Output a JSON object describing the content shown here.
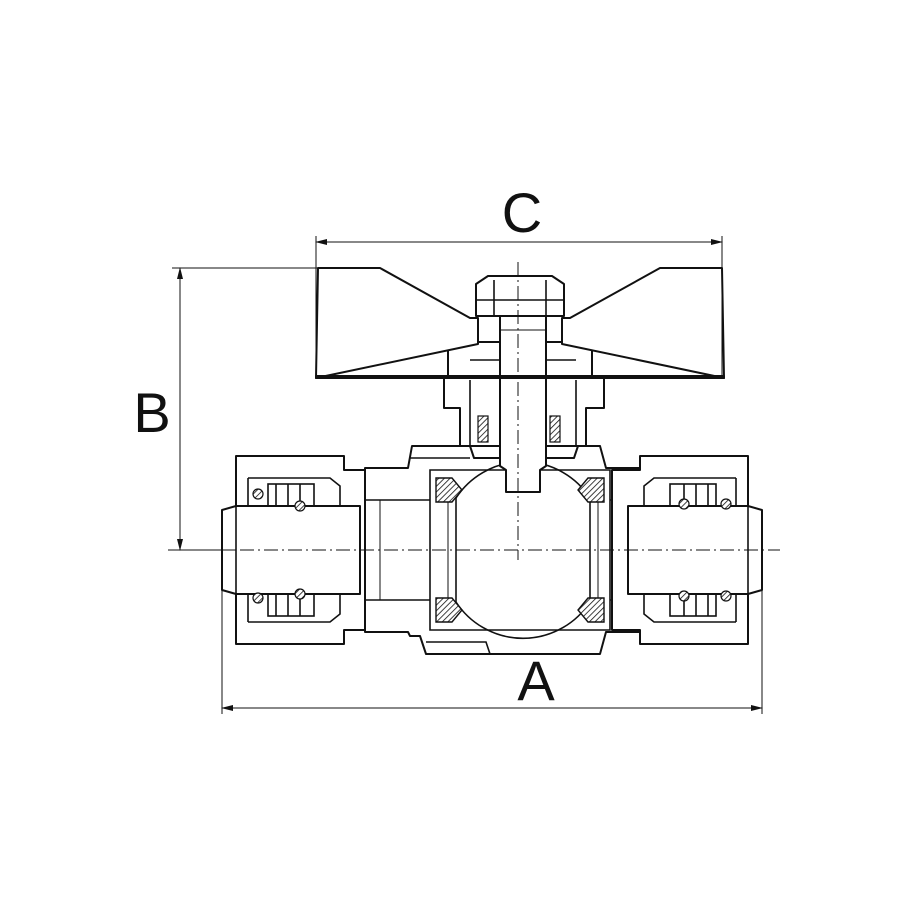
{
  "dimensions": {
    "overall_length_label": "A",
    "height_label": "B",
    "handle_width_label": "C"
  }
}
